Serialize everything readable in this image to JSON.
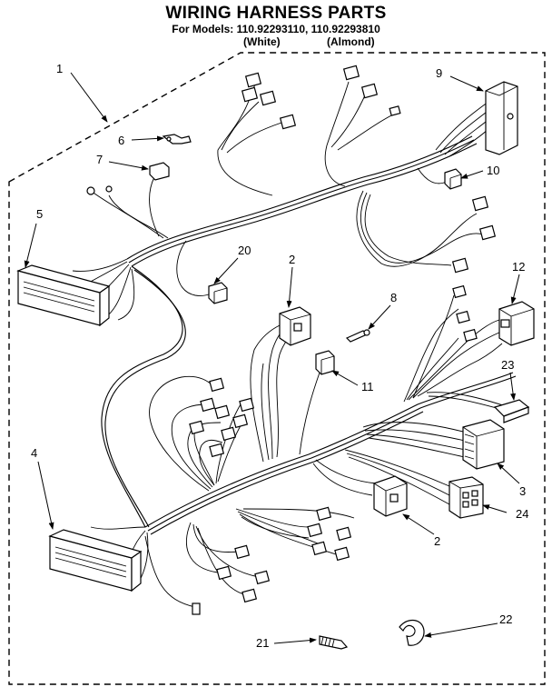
{
  "header": {
    "title": "WIRING HARNESS PARTS",
    "subtitle": "For Models: 110.92293110, 110.92293810",
    "variant_white": "(White)",
    "variant_almond": "(Almond)"
  },
  "callouts": [
    "1",
    "2",
    "2",
    "3",
    "4",
    "5",
    "6",
    "7",
    "8",
    "9",
    "10",
    "11",
    "12",
    "20",
    "21",
    "22",
    "23",
    "24"
  ]
}
